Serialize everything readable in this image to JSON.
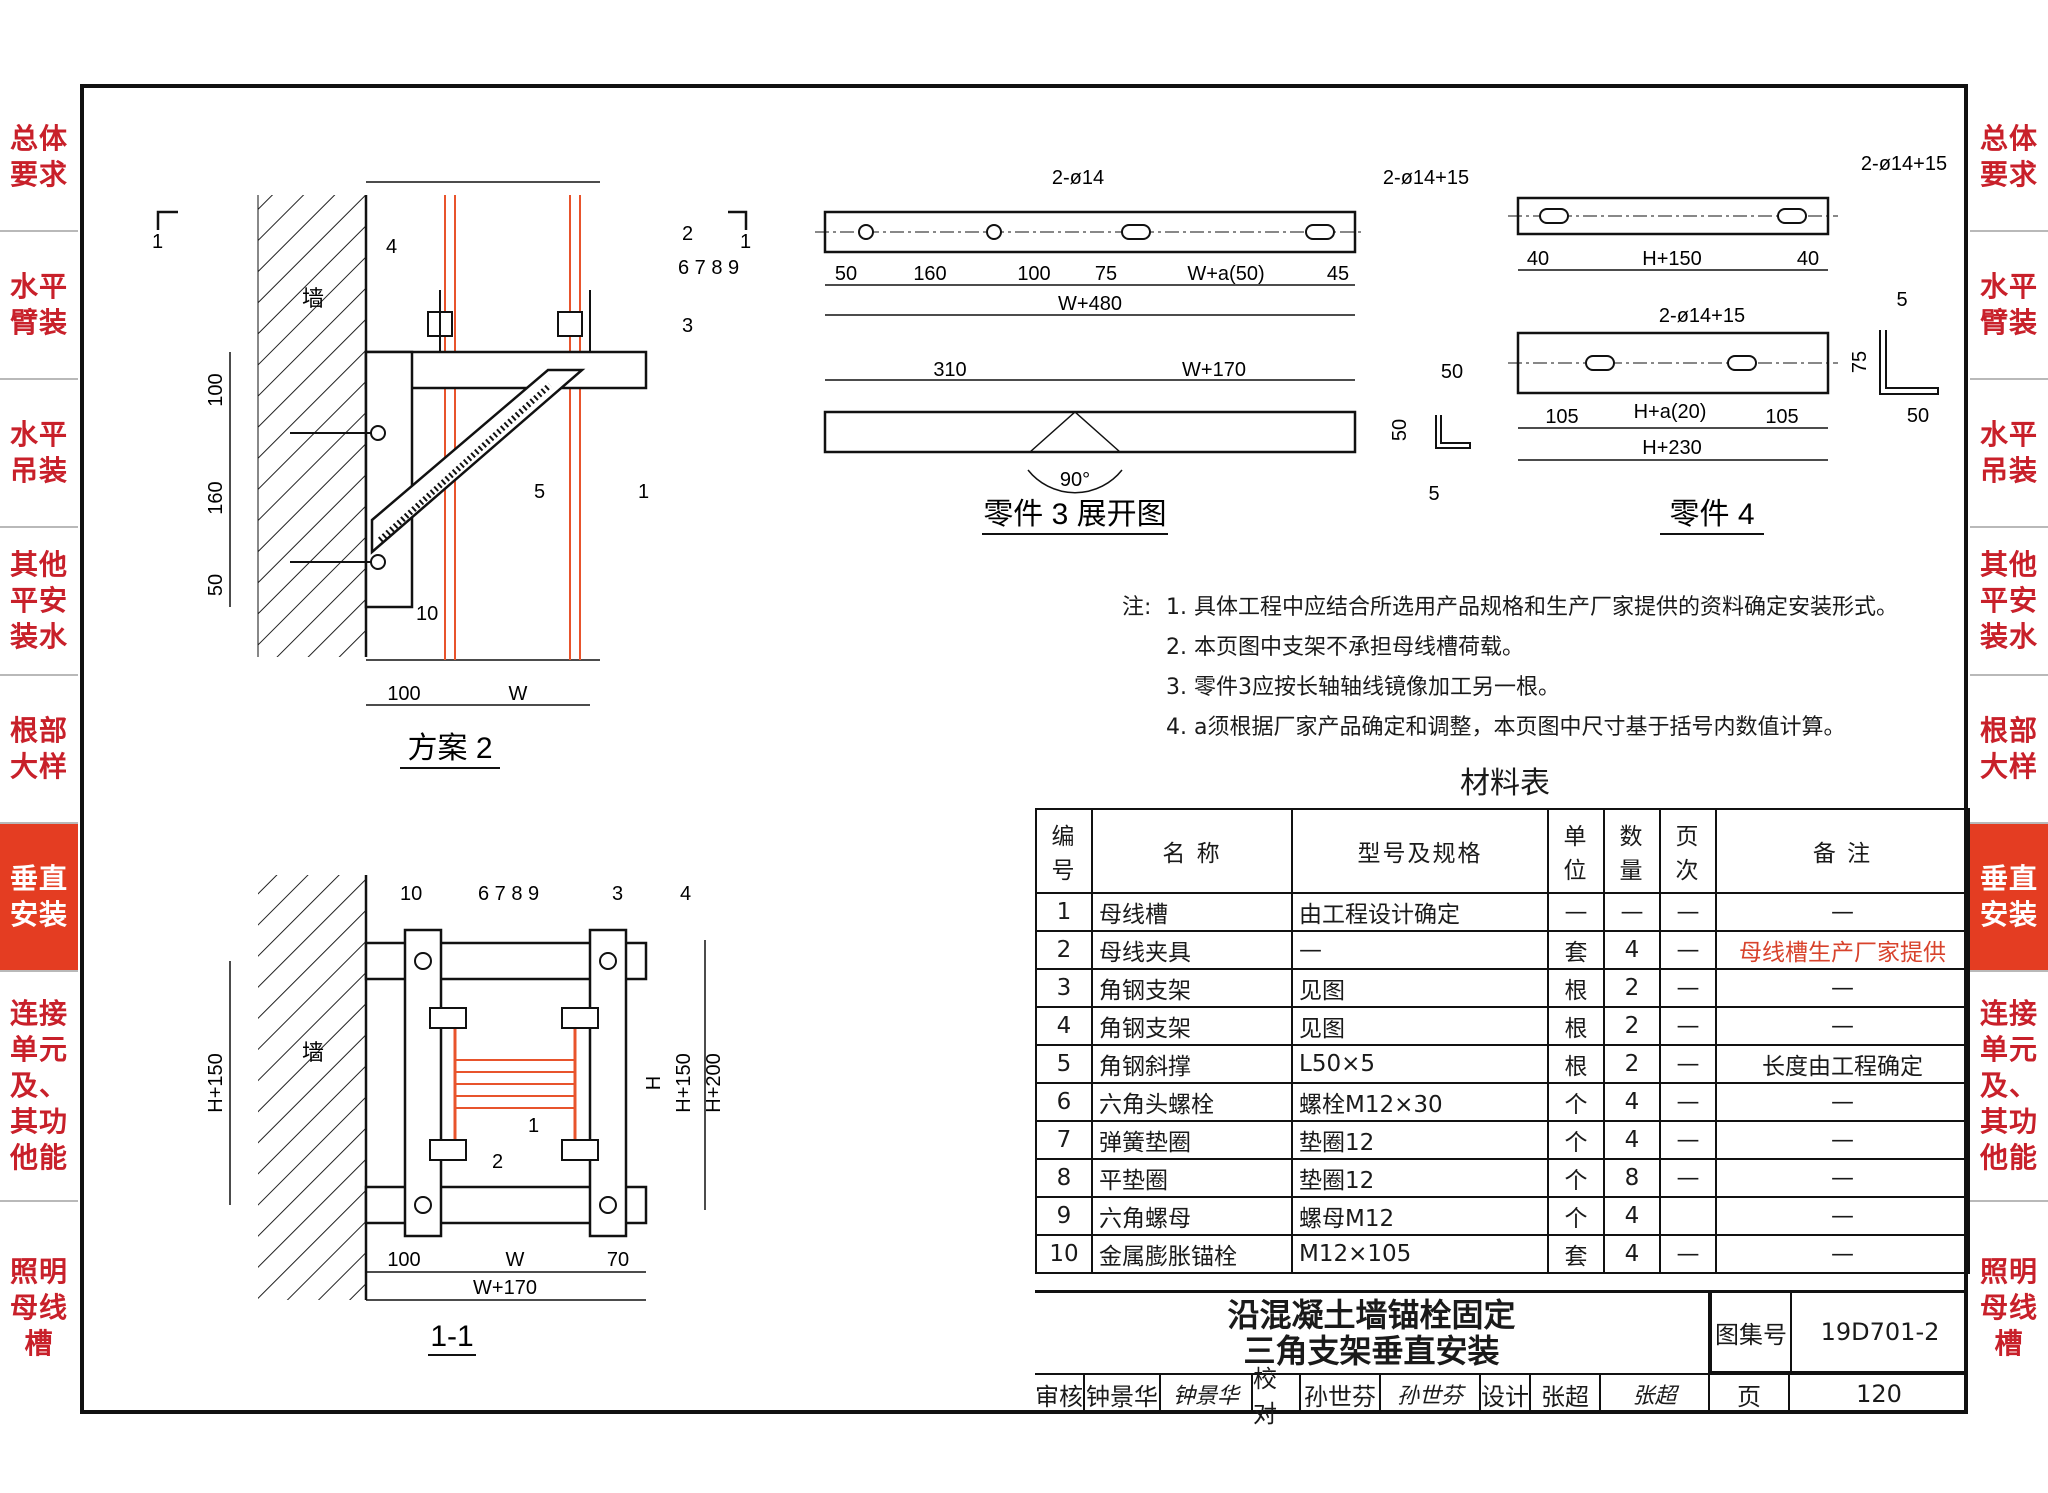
{
  "side_tabs": [
    {
      "label": "总体\n要求",
      "active": false
    },
    {
      "label": "水平\n臂装",
      "active": false
    },
    {
      "label": "水平\n吊装",
      "active": false
    },
    {
      "label": "其他\n平安\n装水",
      "active": false
    },
    {
      "label": "根部\n大样",
      "active": false
    },
    {
      "label": "垂直\n安装",
      "active": true
    },
    {
      "label": "连接\n单元\n及、\n其功\n他能",
      "active": false
    },
    {
      "label": "照明\n母线\n槽",
      "active": false
    }
  ],
  "drawing_labels": {
    "scheme2": "方案 2",
    "section": "1-1",
    "part3": "零件 3 展开图",
    "part4": "零件 4",
    "wall": "墙"
  },
  "dims": {
    "d_100": "100",
    "d_160": "160",
    "d_50": "50",
    "d_W": "W",
    "d_H": "H",
    "d_2phi14": "2-ø14",
    "d_2phi1415": "2-ø14+15",
    "d_45": "45",
    "d_75": "75",
    "d_Wa50": "W+a(50)",
    "d_W480": "W+480",
    "d_310": "310",
    "d_W170": "W+170",
    "d_90": "90°",
    "d_40": "40",
    "d_H150": "H+150",
    "d_105": "105",
    "d_Ha20": "H+a(20)",
    "d_H230": "H+230",
    "d_H200": "H+200",
    "d_70": "70",
    "d_5": "5",
    "d_1": "1",
    "d_6789": "6 7 8 9",
    "d_n1": "1",
    "d_n2": "2",
    "d_n3": "3",
    "d_n4": "4",
    "d_n5": "5",
    "d_n10": "10"
  },
  "notes": {
    "label": "注:",
    "items": [
      "1. 具体工程中应结合所选用产品规格和生产厂家提供的资料确定安装形式。",
      "2. 本页图中支架不承担母线槽荷载。",
      "3. 零件3应按长轴轴线镜像加工另一根。",
      "4. a须根据厂家产品确定和调整，本页图中尺寸基于括号内数值计算。"
    ]
  },
  "materials": {
    "title": "材料表",
    "headers": [
      "编号",
      "名  称",
      "型号及规格",
      "单位",
      "数量",
      "页次",
      "备  注"
    ],
    "rows": [
      [
        "1",
        "母线槽",
        "由工程设计确定",
        "—",
        "—",
        "—",
        "—"
      ],
      [
        "2",
        "母线夹具",
        "—",
        "套",
        "4",
        "—",
        "母线槽生产厂家提供"
      ],
      [
        "3",
        "角钢支架",
        "见图",
        "根",
        "2",
        "—",
        "—"
      ],
      [
        "4",
        "角钢支架",
        "见图",
        "根",
        "2",
        "—",
        "—"
      ],
      [
        "5",
        "角钢斜撑",
        "L50×5",
        "根",
        "2",
        "—",
        "长度由工程确定"
      ],
      [
        "6",
        "六角头螺栓",
        "螺栓M12×30",
        "个",
        "4",
        "—",
        "—"
      ],
      [
        "7",
        "弹簧垫圈",
        "垫圈12",
        "个",
        "4",
        "—",
        "—"
      ],
      [
        "8",
        "平垫圈",
        "垫圈12",
        "个",
        "8",
        "—",
        "—"
      ],
      [
        "9",
        "六角螺母",
        "螺母M12",
        "个",
        "4",
        "",
        "—"
      ],
      [
        "10",
        "金属膨胀锚栓",
        "M12×105",
        "套",
        "4",
        "—",
        "—"
      ]
    ]
  },
  "titleblock": {
    "title_line1": "沿混凝土墙锚栓固定",
    "title_line2": "三角支架垂直安装",
    "atlas_label": "图集号",
    "atlas_no": "19D701-2",
    "page_label": "页",
    "page_no": "120",
    "review_label": "审核",
    "review_name": "钟景华",
    "review_sig": "钟景华",
    "check_label": "校对",
    "check_name": "孙世芬",
    "check_sig": "孙世芬",
    "design_label": "设计",
    "design_name": "张超",
    "design_sig": "张超"
  },
  "colors": {
    "accent": "#e43d22",
    "tab_text": "#c8202a",
    "busway": "#e8542c"
  }
}
